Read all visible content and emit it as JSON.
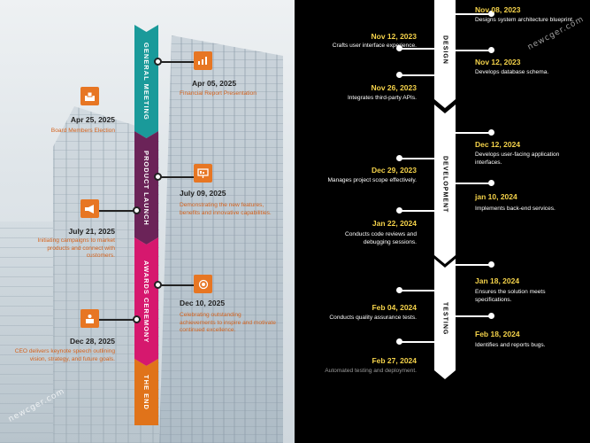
{
  "left_phases": [
    {
      "label": "General Meeting",
      "color": "#1a9a9a"
    },
    {
      "label": "Product Launch",
      "color": "#6b2358"
    },
    {
      "label": "Awards Ceremony",
      "color": "#d6186e"
    },
    {
      "label": "The End",
      "color": "#e0731a"
    }
  ],
  "left_events": [
    {
      "date": "Apr 05, 2025",
      "desc": "Financial Report Presentation",
      "icon": "chart-icon"
    },
    {
      "date": "Apr 25, 2025",
      "desc": "Board Members Election",
      "icon": "ballot-icon"
    },
    {
      "date": "July 09, 2025",
      "desc": "Demonstrating the new features, benefits and innovative capabilities.",
      "icon": "presentation-icon"
    },
    {
      "date": "July 21, 2025",
      "desc": "Initiating campaigns to market products and connect with customers.",
      "icon": "megaphone-icon"
    },
    {
      "date": "Dec 10, 2025",
      "desc": "Celebrating outstanding achievements to inspire and motivate continued excellence.",
      "icon": "award-icon"
    },
    {
      "date": "Dec 28, 2025",
      "desc": "CEO delivers keynote speech outlining vision, strategy, and future goals.",
      "icon": "speaker-icon"
    }
  ],
  "right_phases": [
    {
      "label": "Design"
    },
    {
      "label": "Development"
    },
    {
      "label": "Testing"
    }
  ],
  "right_events": [
    {
      "date": "Nov 08, 2023",
      "desc": "Designs system architecture blueprint."
    },
    {
      "date": "Nov 12, 2023",
      "desc": "Crafts user interface experience."
    },
    {
      "date": "Nov 12, 2023",
      "desc": "Develops database schema."
    },
    {
      "date": "Nov 26, 2023",
      "desc": "Integrates third-party APIs."
    },
    {
      "date": "Dec 12, 2024",
      "desc": "Develops user-facing application interfaces."
    },
    {
      "date": "Dec 29, 2023",
      "desc": "Manages project scope effectively."
    },
    {
      "date": "jan 10, 2024",
      "desc": "Implements back-end services."
    },
    {
      "date": "Jan 22, 2024",
      "desc": "Conducts code reviews and debugging sessions."
    },
    {
      "date": "Jan 18, 2024",
      "desc": "Ensures the solution meets specifications."
    },
    {
      "date": "Feb 04, 2024",
      "desc": "Conducts quality assurance tests."
    },
    {
      "date": "Feb 18, 2024",
      "desc": "Identifies and reports bugs."
    },
    {
      "date": "Feb 27, 2024",
      "desc": "Automated testing and deployment."
    }
  ],
  "watermarks": [
    "newcger.com",
    "newcger.com"
  ]
}
